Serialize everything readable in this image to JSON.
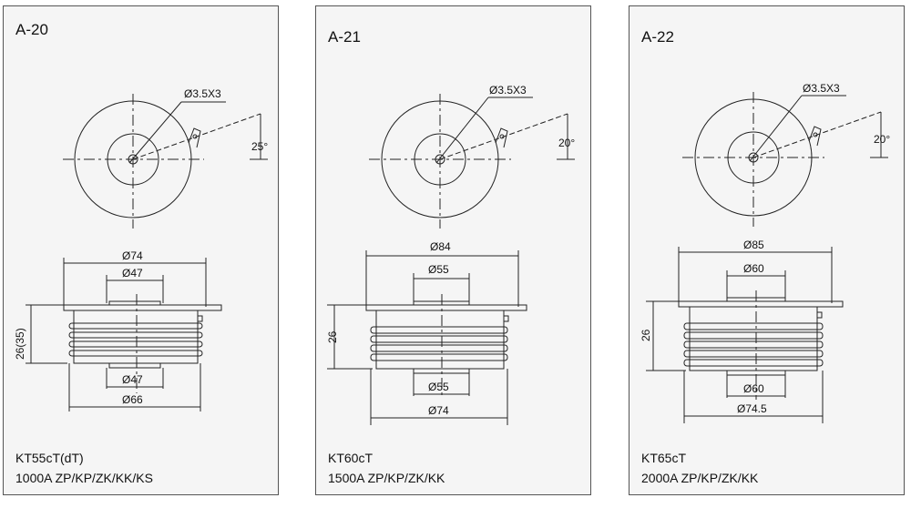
{
  "panels": [
    {
      "title": "A-20",
      "hole_label": "Ø3.5X3",
      "angle_label": "25°",
      "outer_dia_label": "Ø74",
      "inner_top_label": "Ø47",
      "height_label": "26(35)",
      "inner_bottom_label": "Ø47",
      "base_dia_label": "Ø66",
      "model": "KT55cT(dT)",
      "rating": "1000A  ZP/KP/ZK/KK/KS"
    },
    {
      "title": "A-21",
      "hole_label": "Ø3.5X3",
      "angle_label": "20°",
      "outer_dia_label": "Ø84",
      "inner_top_label": "Ø55",
      "height_label": "26",
      "inner_bottom_label": "Ø55",
      "base_dia_label": "Ø74",
      "model": "KT60cT",
      "rating": "1500A  ZP/KP/ZK/KK"
    },
    {
      "title": "A-22",
      "hole_label": "Ø3.5X3",
      "angle_label": "20°",
      "outer_dia_label": "Ø85",
      "inner_top_label": "Ø60",
      "height_label": "26",
      "inner_bottom_label": "Ø60",
      "base_dia_label": "Ø74.5",
      "model": "KT65cT",
      "rating": "2000A  ZP/KP/ZK/KK"
    }
  ]
}
